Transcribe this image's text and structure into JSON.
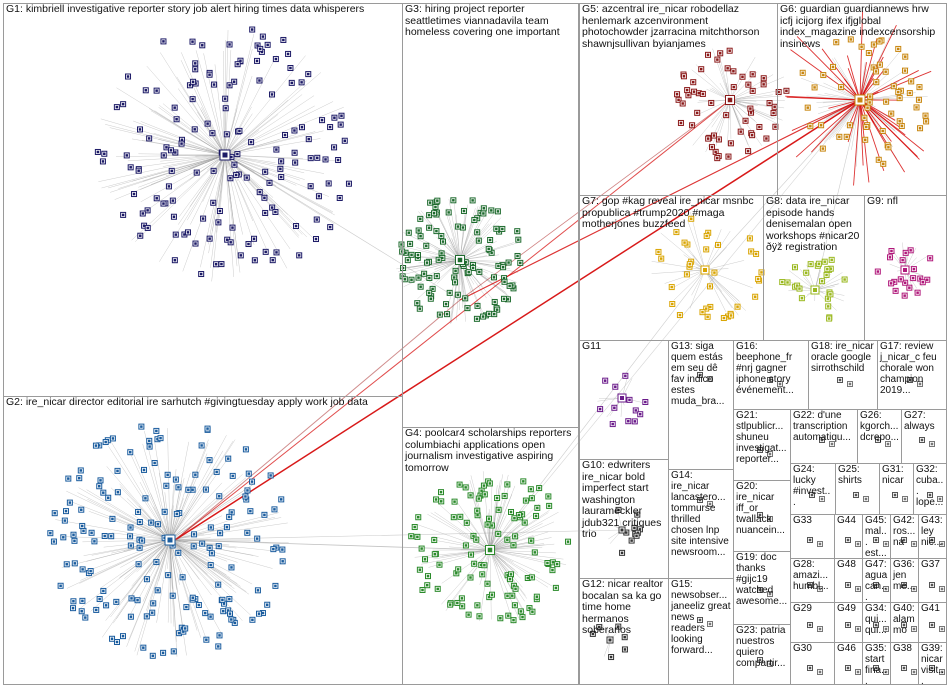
{
  "graph": {
    "groups": [
      {
        "id": "G1",
        "label": "G1: kimbriell investigative reporter story job alert hiring times data whisperers",
        "color": "#1c1a66"
      },
      {
        "id": "G2",
        "label": "G2: ire_nicar director editorial ire sarhutch #givingtuesday apply work job data",
        "color": "#1a5c9e"
      },
      {
        "id": "G3",
        "label": "G3: hiring project reporter seattletimes viannadavila team homeless covering one important",
        "color": "#1e6b2e"
      },
      {
        "id": "G4",
        "label": "G4: poolcar4 scholarships reporters columbiachi applications open journalism investigative aspiring tomorrow",
        "color": "#2a8a2a"
      },
      {
        "id": "G5",
        "label": "G5: azcentral ire_nicar robodellaz henlemark azcenvironment photochowder jzarracina mitchthorson shawnjsullivan byianjames",
        "color": "#8b1a1a"
      },
      {
        "id": "G6",
        "label": "G6: guardian guardiannews hrw icfj icijorg ifex ifjglobal index_magazine indexcensorship insinews",
        "color": "#c8860e"
      },
      {
        "id": "G7",
        "label": "G7: gop #kag reveal ire_nicar msnbc propublica #trump2020 #maga motherjones buzzfeed",
        "color": "#d9a400"
      },
      {
        "id": "G8",
        "label": "G8: data ire_nicar episode hands denisemalan open workshops #nicar20 ðÿž registration",
        "color": "#9ab81e"
      },
      {
        "id": "G9",
        "label": "G9: nfl",
        "color": "#b0187a"
      },
      {
        "id": "G10",
        "label": "G10: edwriters ire_nicar bold imperfect start washington laurameckler jdub321 critiques trio",
        "color": "#333333"
      },
      {
        "id": "G11",
        "label": "G11",
        "color": "#6a1a8a"
      },
      {
        "id": "G12",
        "label": "G12: nicar realtor bocalan sa ka go time home hermanos soberanos",
        "color": "#333333"
      },
      {
        "id": "G13",
        "label": "G13: siga quem estás em seu dê fav indico estes muda_bra...",
        "color": "#333333"
      },
      {
        "id": "G14",
        "label": "G14: ire_nicar lancastero... tommurse thrilled chosen lnp site intensive newsroom...",
        "color": "#333333"
      },
      {
        "id": "G15",
        "label": "G15: newsobser... janeeliz great news readers looking forward...",
        "color": "#333333"
      },
      {
        "id": "G16",
        "label": "G16: beephone_fr #nrj gagner iphone story événement...",
        "color": "#333333"
      },
      {
        "id": "G17",
        "label": "G17: review j_nicar_c feu chorale won champion 2019...",
        "color": "#333333"
      },
      {
        "id": "G18",
        "label": "G18: ire_nicar oracle google sirrothschild",
        "color": "#333333"
      },
      {
        "id": "G19",
        "label": "G19: doc thanks #gijc19 watched awesome...",
        "color": "#333333"
      },
      {
        "id": "G20",
        "label": "G20: ire_nicar iff_or twallack nuancein...",
        "color": "#333333"
      },
      {
        "id": "G21",
        "label": "G21: stlpublicr... shuneu investigat... reporter...",
        "color": "#333333"
      },
      {
        "id": "G22",
        "label": "G22: d'une transcription automatiqu...",
        "color": "#333333"
      },
      {
        "id": "G23",
        "label": "G23: patria nuestros quiero compartir...",
        "color": "#333333"
      },
      {
        "id": "G24",
        "label": "G24: lucky #invest...",
        "color": "#333333"
      },
      {
        "id": "G25",
        "label": "G25: shirts",
        "color": "#333333"
      },
      {
        "id": "G26",
        "label": "G26: kgorch... dcrepo...",
        "color": "#333333"
      },
      {
        "id": "G27",
        "label": "G27: always",
        "color": "#333333"
      },
      {
        "id": "G28",
        "label": "G28: amazi... humbl...",
        "color": "#333333"
      },
      {
        "id": "G29",
        "label": "G29",
        "color": "#333333"
      },
      {
        "id": "G30",
        "label": "G30",
        "color": "#333333"
      },
      {
        "id": "G31",
        "label": "G31: nicar",
        "color": "#333333"
      },
      {
        "id": "G32",
        "label": "G32: cuba... lope...",
        "color": "#333333"
      },
      {
        "id": "G33",
        "label": "G33",
        "color": "#333333"
      },
      {
        "id": "G34",
        "label": "G34: qui... qui...",
        "color": "#333333"
      },
      {
        "id": "G35",
        "label": "G35: start fina...",
        "color": "#333333"
      },
      {
        "id": "G36",
        "label": "G36: jen me...",
        "color": "#333333"
      },
      {
        "id": "G37",
        "label": "G37",
        "color": "#333333"
      },
      {
        "id": "G38",
        "label": "G38",
        "color": "#333333"
      },
      {
        "id": "G39",
        "label": "G39: nicar visit...",
        "color": "#333333"
      },
      {
        "id": "G40",
        "label": "G40: alam mo",
        "color": "#333333"
      },
      {
        "id": "G41",
        "label": "G41",
        "color": "#333333"
      },
      {
        "id": "G42",
        "label": "G42: ros... na",
        "color": "#333333"
      },
      {
        "id": "G43",
        "label": "G43: ley nic...",
        "color": "#333333"
      },
      {
        "id": "G44",
        "label": "G44",
        "color": "#333333"
      },
      {
        "id": "G45",
        "label": "G45: mal... est...",
        "color": "#333333"
      },
      {
        "id": "G46",
        "label": "G46",
        "color": "#333333"
      },
      {
        "id": "G47",
        "label": "G47: agua can...",
        "color": "#333333"
      },
      {
        "id": "G48",
        "label": "G48",
        "color": "#333333"
      },
      {
        "id": "G49",
        "label": "G49",
        "color": "#333333"
      }
    ]
  }
}
